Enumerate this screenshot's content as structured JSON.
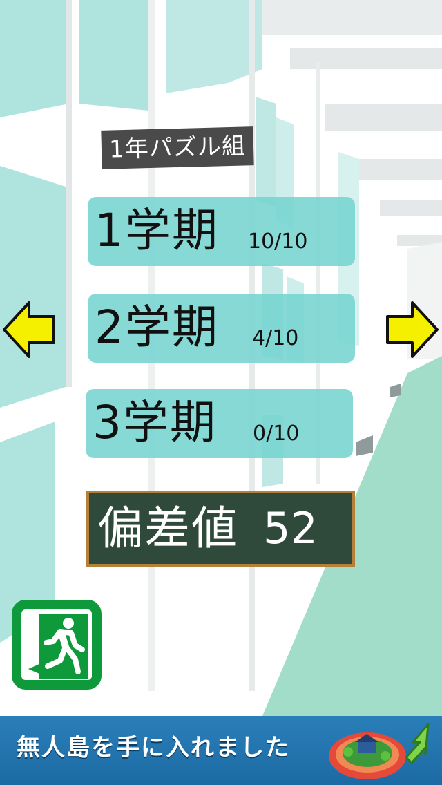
{
  "class_label": "1年パズル組",
  "terms": [
    {
      "name": "1学期",
      "progress": "10/10"
    },
    {
      "name": "2学期",
      "progress": "4/10"
    },
    {
      "name": "3学期",
      "progress": "0/10"
    }
  ],
  "score": {
    "label": "偏差値",
    "value": "52"
  },
  "ad": {
    "text": "無人島を手に入れました"
  },
  "colors": {
    "term_button": "#76d4d0",
    "arrow": "#f5f000",
    "blackboard": "#2f4a3a",
    "board_frame": "#b5813a",
    "exit_green": "#0e9a3a",
    "ad_blue": "#2a7fb8"
  },
  "icons": {
    "left": "left-arrow-icon",
    "right": "right-arrow-icon",
    "exit": "emergency-exit-icon",
    "island": "island-icon"
  }
}
